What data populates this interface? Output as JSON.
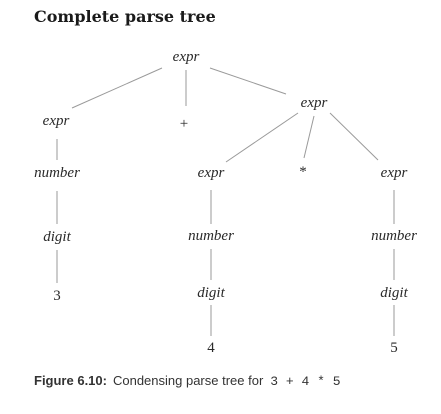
{
  "title": "Complete parse tree",
  "tree": {
    "nodes": [
      {
        "id": "n0",
        "label": "expr",
        "kind": "nonterminal"
      },
      {
        "id": "n1",
        "label": "expr",
        "kind": "nonterminal"
      },
      {
        "id": "n2",
        "label": "+",
        "kind": "terminal"
      },
      {
        "id": "n3",
        "label": "expr",
        "kind": "nonterminal"
      },
      {
        "id": "n4",
        "label": "number",
        "kind": "nonterminal"
      },
      {
        "id": "n5",
        "label": "digit",
        "kind": "nonterminal"
      },
      {
        "id": "n6",
        "label": "3",
        "kind": "terminal"
      },
      {
        "id": "n7",
        "label": "expr",
        "kind": "nonterminal"
      },
      {
        "id": "n8",
        "label": "*",
        "kind": "terminal"
      },
      {
        "id": "n9",
        "label": "expr",
        "kind": "nonterminal"
      },
      {
        "id": "n10",
        "label": "number",
        "kind": "nonterminal"
      },
      {
        "id": "n11",
        "label": "digit",
        "kind": "nonterminal"
      },
      {
        "id": "n12",
        "label": "4",
        "kind": "terminal"
      },
      {
        "id": "n13",
        "label": "number",
        "kind": "nonterminal"
      },
      {
        "id": "n14",
        "label": "digit",
        "kind": "nonterminal"
      },
      {
        "id": "n15",
        "label": "5",
        "kind": "terminal"
      }
    ],
    "edges": [
      [
        "n0",
        "n1"
      ],
      [
        "n0",
        "n2"
      ],
      [
        "n0",
        "n3"
      ],
      [
        "n1",
        "n4"
      ],
      [
        "n4",
        "n5"
      ],
      [
        "n5",
        "n6"
      ],
      [
        "n3",
        "n7"
      ],
      [
        "n3",
        "n8"
      ],
      [
        "n3",
        "n9"
      ],
      [
        "n7",
        "n10"
      ],
      [
        "n10",
        "n11"
      ],
      [
        "n11",
        "n12"
      ],
      [
        "n9",
        "n13"
      ],
      [
        "n13",
        "n14"
      ],
      [
        "n14",
        "n15"
      ]
    ]
  },
  "caption": {
    "label": "Figure 6.10:",
    "text": "Condensing parse tree for",
    "expression": "3 + 4 * 5"
  }
}
